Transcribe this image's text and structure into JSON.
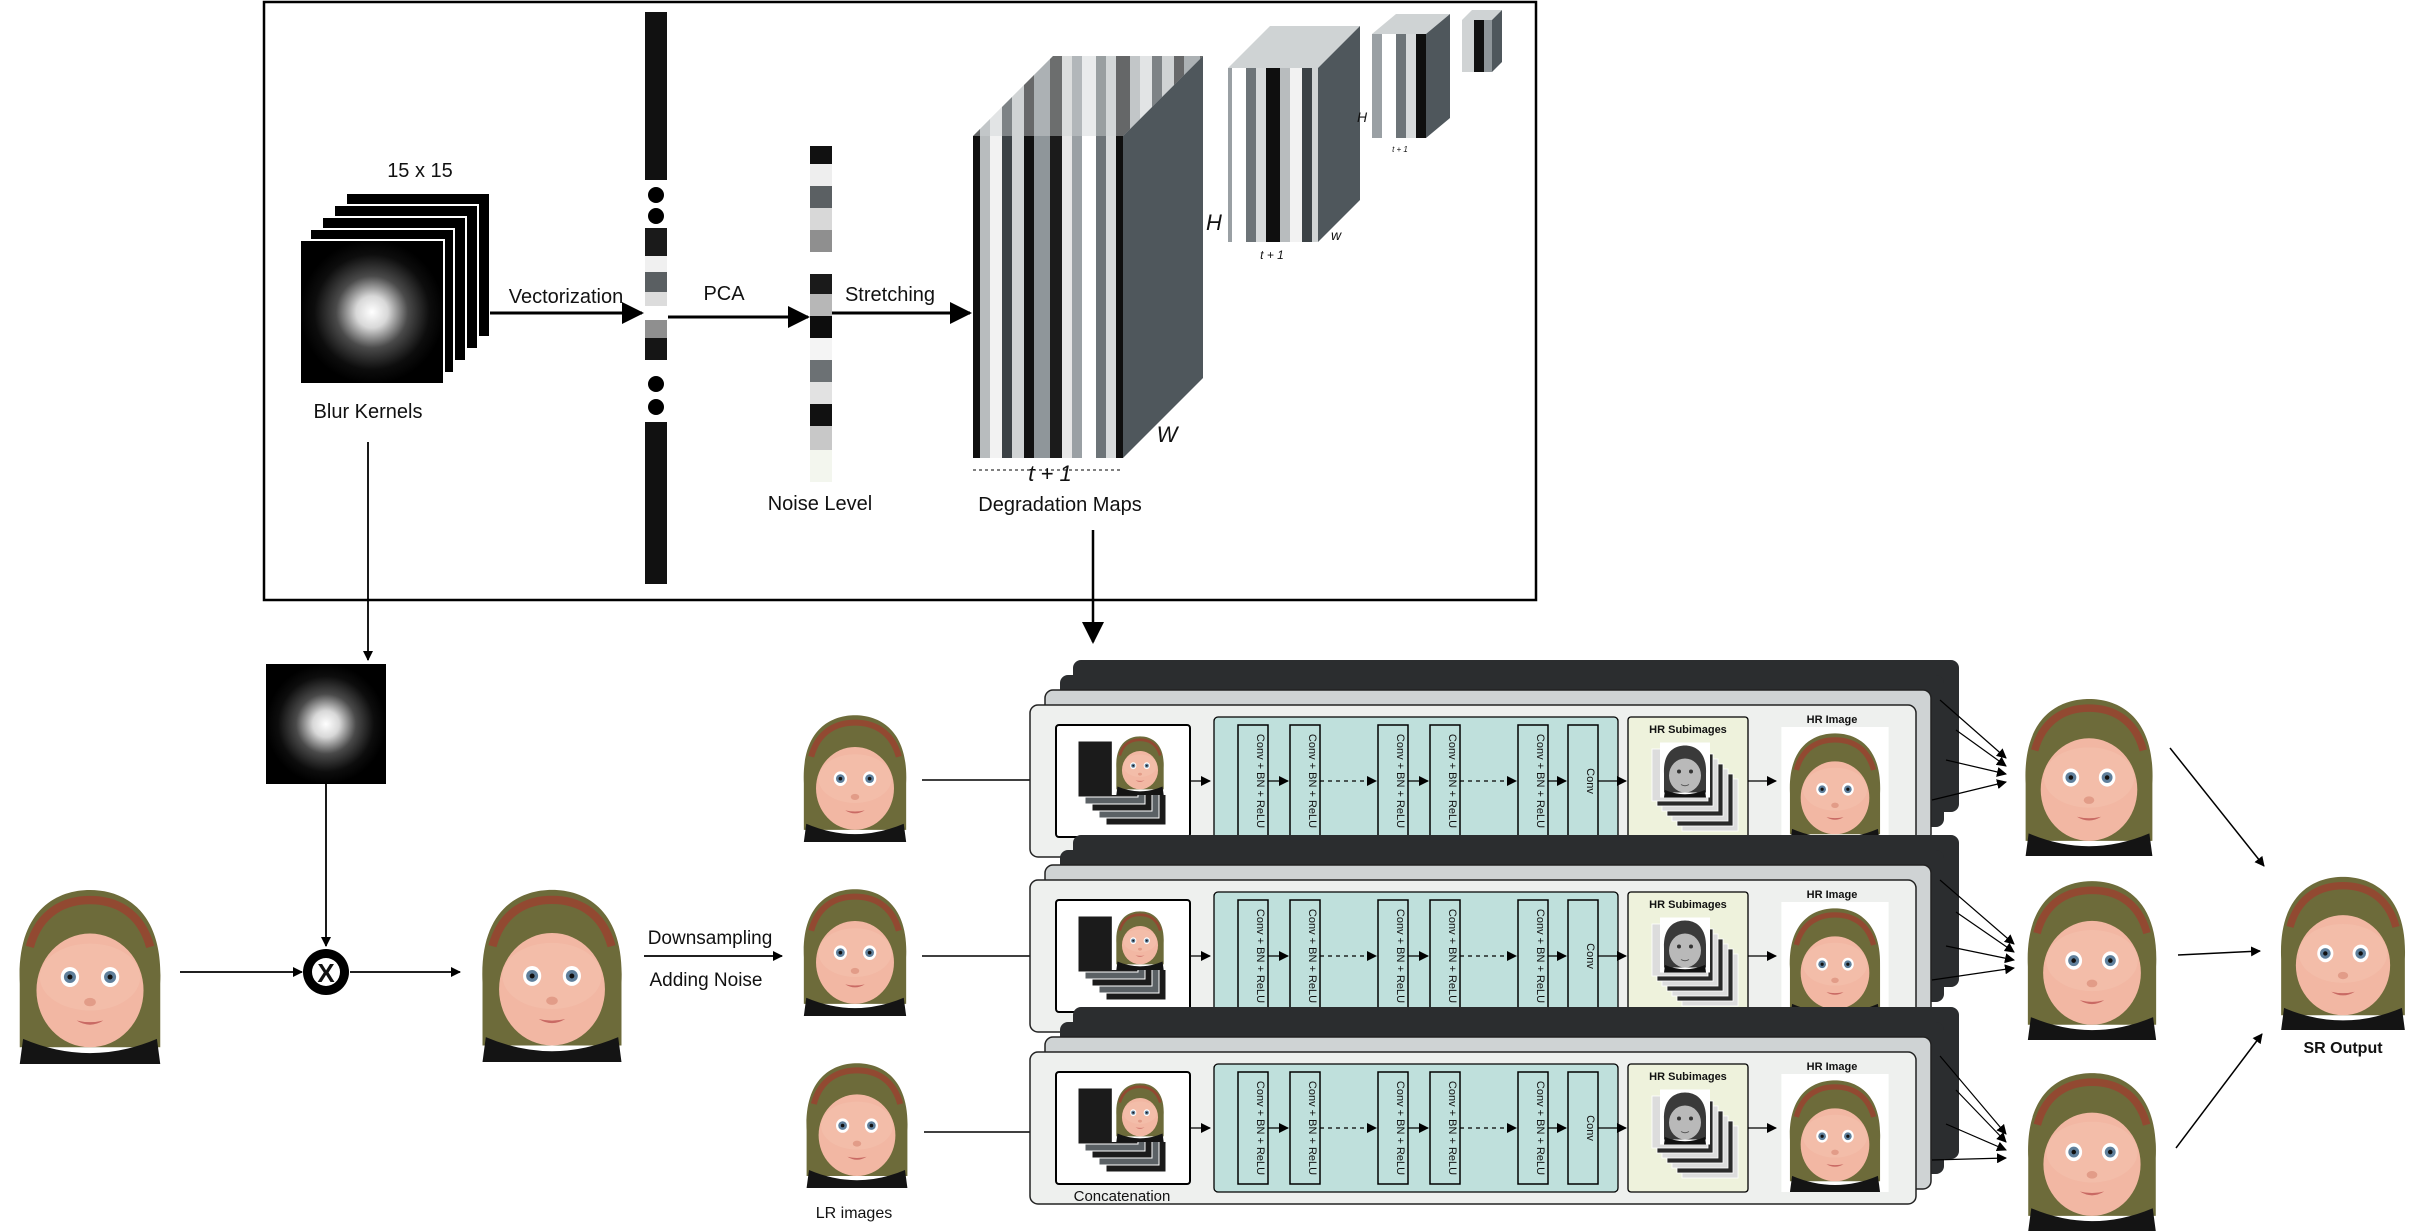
{
  "top": {
    "kernel_size": "15 x 15",
    "blur_kernels": "Blur Kernels",
    "vectorization": "Vectorization",
    "pca": "PCA",
    "stretching": "Stretching",
    "noise_level": "Noise Level",
    "degradation_maps": "Degradation Maps",
    "dim_H": "H",
    "dim_W": "W",
    "dim_t1": "t + 1",
    "dim_h_small": "H",
    "dim_w_small": "w",
    "dim_t1_small": "t + 1"
  },
  "pipeline": {
    "multiply_symbol": "X",
    "downsampling": "Downsampling",
    "adding_noise": "Adding Noise",
    "lr_images": "LR images"
  },
  "network": {
    "concatenation": "Concatenation",
    "layers": [
      "Conv + BN + ReLU",
      "Conv + BN + ReLU",
      "Conv + BN + ReLU",
      "Conv + BN + ReLU",
      "Conv + BN + ReLU",
      "Conv"
    ],
    "hr_subimages": "HR Subimages",
    "hr_image": "HR Image"
  },
  "output": {
    "sr_output": "SR Output"
  },
  "colors": {
    "panel_bg": "#eef0ee",
    "net_bg": "#bfe0dc",
    "hr_sub_bg": "#eef2dc",
    "stack_dark": "#2b2d2f",
    "stack_mid": "#cfd3d4"
  }
}
